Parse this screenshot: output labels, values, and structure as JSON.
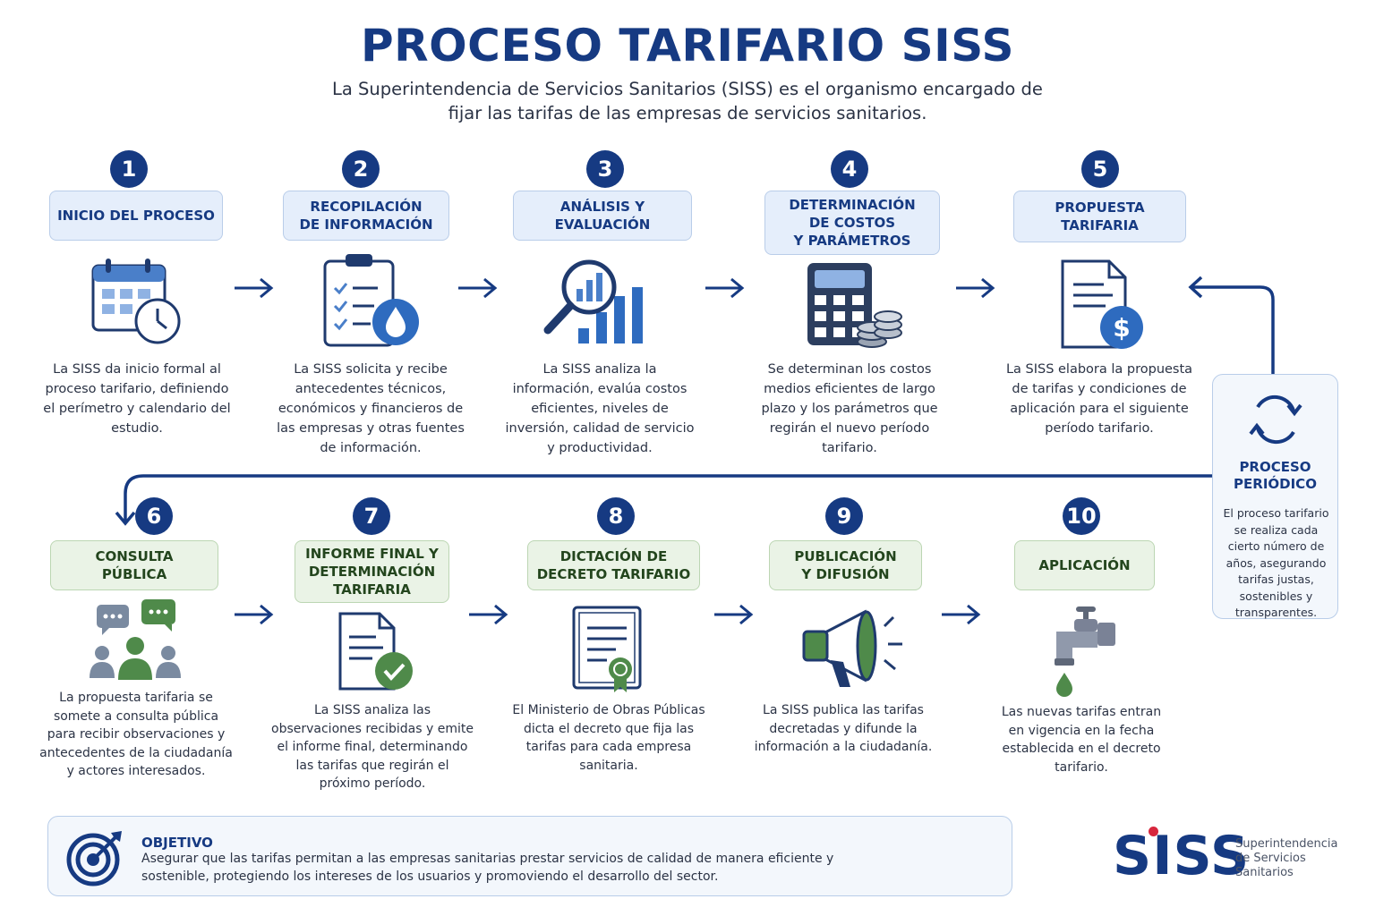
{
  "header": {
    "title": "PROCESO TARIFARIO SISS",
    "subtitle": "La Superintendencia de Servicios Sanitarios (SISS) es el organismo encargado de fijar las tarifas de las empresas de servicios sanitarios."
  },
  "steps": [
    {
      "number": "1",
      "label": "INICIO DEL PROCESO",
      "icon": "calendar-clock-icon",
      "description": "La SISS da inicio formal al proceso tarifario, definiendo el perímetro y calendario del estudio."
    },
    {
      "number": "2",
      "label": "RECOPILACIÓN\nDE INFORMACIÓN",
      "icon": "clipboard-water-drop-icon",
      "description": "La SISS solicita y recibe antecedentes técnicos, económicos y financieros de las empresas y otras fuentes de información."
    },
    {
      "number": "3",
      "label": "ANÁLISIS Y\nEVALUACIÓN",
      "icon": "magnifier-bar-chart-icon",
      "description": "La SISS analiza la información, evalúa costos eficientes, niveles de inversión, calidad de servicio y productividad."
    },
    {
      "number": "4",
      "label": "DETERMINACIÓN\nDE COSTOS\nY PARÁMETROS",
      "icon": "calculator-coins-icon",
      "description": "Se determinan los costos medios eficientes de largo plazo y los parámetros que regirán el nuevo período tarifario."
    },
    {
      "number": "5",
      "label": "PROPUESTA\nTARIFARIA",
      "icon": "document-dollar-icon",
      "description": "La SISS elabora la propuesta de tarifas y condiciones de aplicación para el siguiente período tarifario."
    },
    {
      "number": "6",
      "label": "CONSULTA\nPÚBLICA",
      "icon": "people-chat-icon",
      "description": "La propuesta tarifaria se somete a consulta pública para recibir observaciones y antecedentes de la ciudadanía y actores interesados."
    },
    {
      "number": "7",
      "label": "INFORME FINAL Y\nDETERMINACIÓN\nTARIFARIA",
      "icon": "document-check-icon",
      "description": "La SISS analiza las observaciones recibidas y emite el informe final, determinando las tarifas que regirán el próximo período."
    },
    {
      "number": "8",
      "label": "DICTACIÓN DE\nDECRETO TARIFARIO",
      "icon": "certificate-icon",
      "description": "El Ministerio de Obras Públicas dicta el decreto que fija las tarifas para cada empresa sanitaria."
    },
    {
      "number": "9",
      "label": "PUBLICACIÓN\nY DIFUSIÓN",
      "icon": "megaphone-icon",
      "description": "La SISS publica las tarifas decretadas y difunde la información a la ciudadanía."
    },
    {
      "number": "10",
      "label": "APLICACIÓN",
      "icon": "water-tap-icon",
      "description": "Las nuevas tarifas entran en vigencia en la fecha establecida en el decreto tarifario."
    }
  ],
  "periodic": {
    "title": "PROCESO\nPERIÓDICO",
    "icon": "cycle-arrows-icon",
    "description": "El proceso tarifario se realiza cada cierto número de años, asegurando tarifas justas, sostenibles y transparentes."
  },
  "objective": {
    "icon": "target-icon",
    "title": "OBJETIVO",
    "text": "Asegurar que las tarifas permitan a las empresas sanitarias prestar servicios de calidad de manera eficiente y sostenible, protegiendo los intereses de los usuarios y promoviendo el desarrollo del sector."
  },
  "logo": {
    "text": "SISS",
    "subtitle": "Superintendencia\nde Servicios\nSanitarios"
  },
  "colors": {
    "navy": "#163a82",
    "light_blue": "#e5eefb",
    "light_green": "#eaf3e6",
    "green": "#5a9a52",
    "red": "#d7263d"
  }
}
